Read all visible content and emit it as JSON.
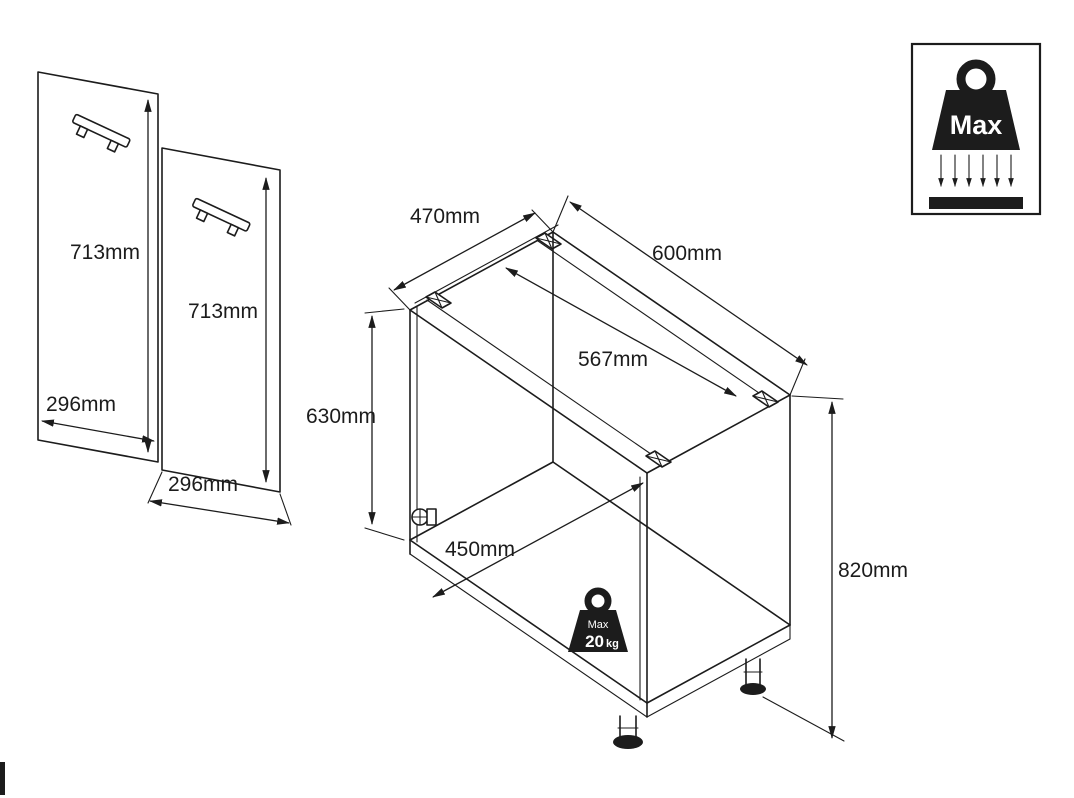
{
  "page": {
    "background": "#ffffff",
    "ink_color": "#1c1c1c"
  },
  "doors": {
    "left": {
      "height": "713mm",
      "width": "296mm"
    },
    "right": {
      "height": "713mm",
      "width": "296mm"
    }
  },
  "cabinet": {
    "depth_top": "470mm",
    "width_top": "600mm",
    "inner_width": "567mm",
    "side_height": "630mm",
    "inner_depth_bottom": "450mm",
    "total_height": "820mm"
  },
  "max_load_badge": {
    "label": "Max"
  },
  "weight_icon": {
    "label": "Max",
    "value": "20",
    "unit": "kg"
  }
}
